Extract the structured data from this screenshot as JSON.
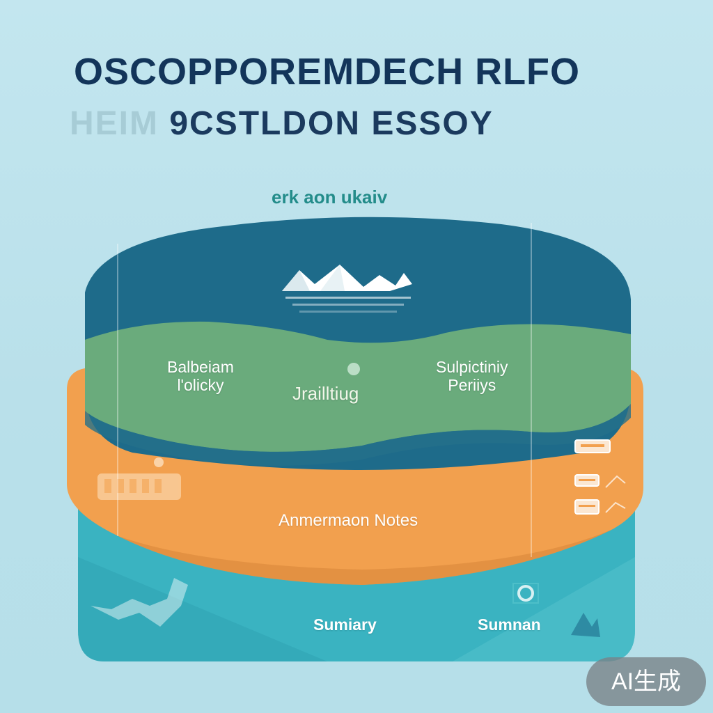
{
  "header": {
    "title": "OSCOPPOREMDECH RLFO",
    "subtitle_faded": "HEIM ",
    "subtitle_main": "9CSTLDON ESSOY",
    "tagline": "erk aon ukaiv"
  },
  "layers": {
    "top": {
      "icon": "mountain-icon",
      "color": "#1f6d8c"
    },
    "green": {
      "left_label_line1": "Balbeiam",
      "left_label_line2": "l'olicky",
      "center_label": "Jrailltiug",
      "right_label_line1": "Sulpictiniy",
      "right_label_line2": "Periiys",
      "color": "#6aaa7c"
    },
    "orange": {
      "label": "Anmermaon Notes",
      "color": "#f0a050"
    },
    "teal": {
      "left_label": "Sumiary",
      "right_label": "Sumnan",
      "color": "#3fb6c2"
    }
  },
  "badge": {
    "text": "AI生成"
  }
}
